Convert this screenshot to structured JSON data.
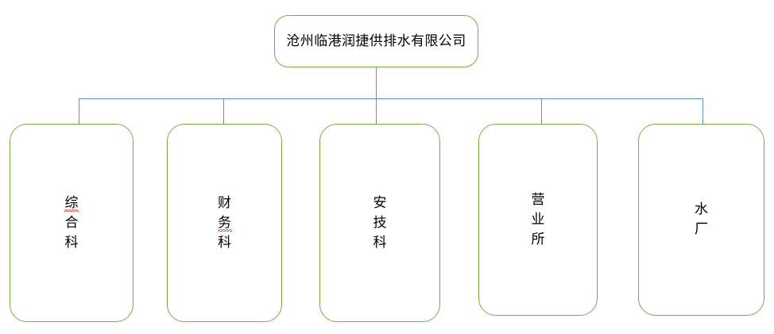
{
  "chart": {
    "type": "org-chart",
    "orientation": "top-down",
    "root": {
      "label": "沧州临港润捷供排水有限公司",
      "text_direction": "horizontal"
    },
    "children": [
      {
        "label": "综合科",
        "chars": [
          "综",
          "合",
          "科"
        ],
        "misspelled_index": 0,
        "text_direction": "vertical"
      },
      {
        "label": "财务科",
        "chars": [
          "财",
          "务",
          "科"
        ],
        "misspelled_index": 1,
        "text_direction": "vertical"
      },
      {
        "label": "安技科",
        "chars": [
          "安",
          "技",
          "科"
        ],
        "misspelled_index": -1,
        "text_direction": "vertical"
      },
      {
        "label": "营业所",
        "chars": [
          "营",
          "业",
          "所"
        ],
        "misspelled_index": -1,
        "text_direction": "vertical"
      },
      {
        "label": "水厂",
        "chars": [
          "水",
          "厂"
        ],
        "misspelled_index": -1,
        "text_direction": "vertical"
      }
    ]
  },
  "colors": {
    "node_border": "#76AD47",
    "node_fill": "#FFFFFF",
    "connector": "#5B8FC7",
    "text": "#000000",
    "spellcheck_underline": "#E03030",
    "background": "#FFFFFF"
  }
}
